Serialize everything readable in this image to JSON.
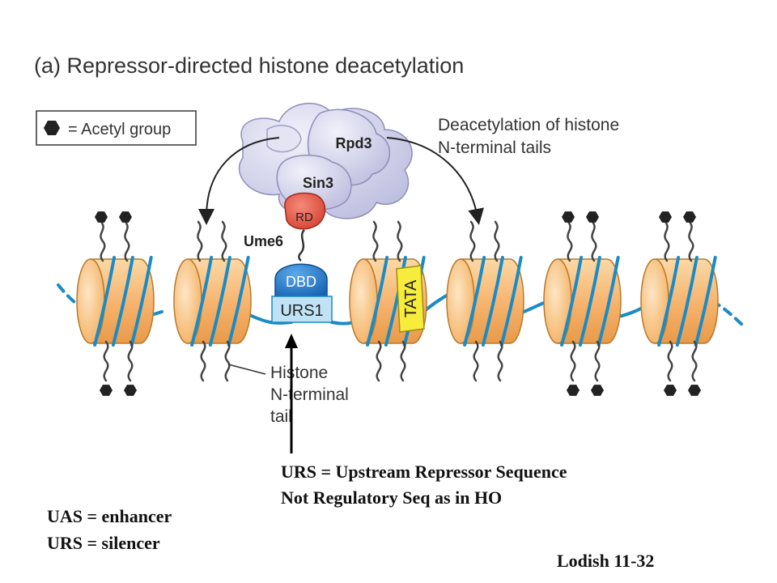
{
  "title": "(a)  Repressor-directed histone deacetylation",
  "legend": {
    "label": "= Acetyl group",
    "icon": "hexagon-icon"
  },
  "annotations": {
    "deacetylation_line1": "Deacetylation of histone",
    "deacetylation_line2": "N-terminal tails",
    "histone_line1": "Histone",
    "histone_line2": "N-terminal",
    "histone_line3": "tail"
  },
  "proteins": {
    "rpd3": "Rpd3",
    "sin3": "Sin3",
    "rd": "RD",
    "ume6": "Ume6",
    "dbd": "DBD",
    "urs1": "URS1",
    "tata": "TATA"
  },
  "notes": {
    "urs_line1": "URS = Upstream Repressor Sequence",
    "urs_line2": "Not Regulatory Seq as in HO",
    "uas": "UAS = enhancer",
    "urs_silencer": "URS = silencer",
    "citation": "Lodish 11-32"
  },
  "colors": {
    "nucleosome_fill": "#F6B26B",
    "nucleosome_stroke": "#B87A2A",
    "dna": "#1A8BC6",
    "complex": "#C9C9E6",
    "rd": "#E04B3A",
    "dbd": "#1E78C8",
    "urs1_box": "#BFE3F5",
    "tata": "#F7EB3C",
    "acetyl": "#222222"
  }
}
